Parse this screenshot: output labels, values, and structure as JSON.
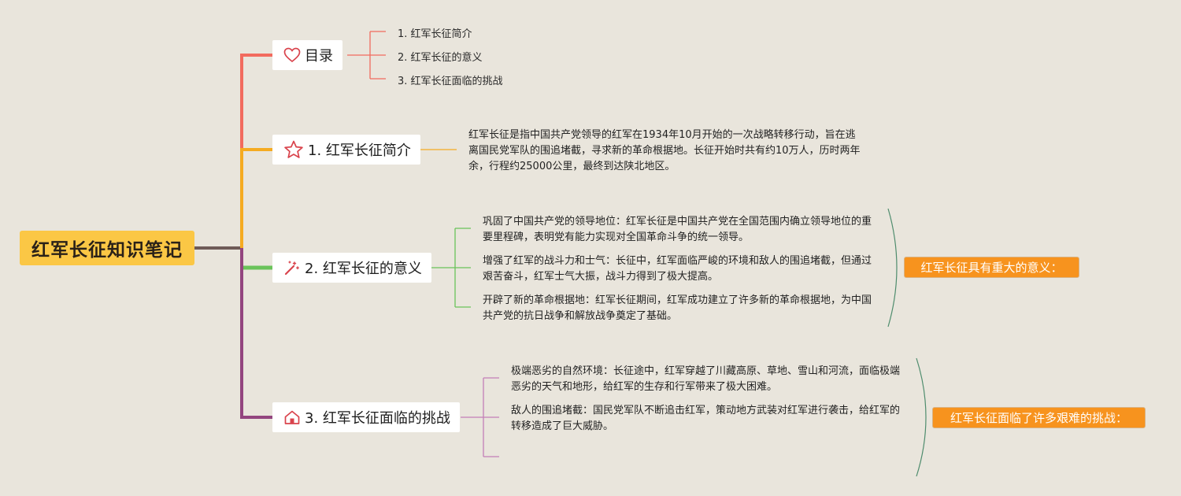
{
  "root": {
    "title": "红军长征知识笔记"
  },
  "toc": {
    "label": "目录",
    "items": [
      "1. 红军长征简介",
      "2. 红军长征的意义",
      "3. 红军长征面临的挑战"
    ]
  },
  "branch1": {
    "label": "1. 红军长征简介",
    "text": "红军长征是指中国共产党领导的红军在1934年10月开始的一次战略转移行动，旨在逃离国民党军队的围追堵截，寻求新的革命根据地。长征开始时共有约10万人，历时两年余，行程约25000公里，最终到达陕北地区。"
  },
  "branch2": {
    "label": "2. 红军长征的意义",
    "points": [
      "巩固了中国共产党的领导地位：红军长征是中国共产党在全国范围内确立领导地位的重要里程碑，表明党有能力实现对全国革命斗争的统一领导。",
      "增强了红军的战斗力和士气：长征中，红军面临严峻的环境和敌人的围追堵截，但通过艰苦奋斗，红军士气大振，战斗力得到了极大提高。",
      "开辟了新的革命根据地：红军长征期间，红军成功建立了许多新的革命根据地，为中国共产党的抗日战争和解放战争奠定了基础。"
    ],
    "summary": "红军长征具有重大的意义："
  },
  "branch3": {
    "label": "3. 红军长征面临的挑战",
    "points": [
      "极端恶劣的自然环境：长征途中，红军穿越了川藏高原、草地、雪山和河流，面临极端恶劣的天气和地形，给红军的生存和行军带来了极大困难。",
      "敌人的围追堵截：国民党军队不断追击红军，策动地方武装对红军进行袭击，给红军的转移造成了巨大威胁。"
    ],
    "summary": "红军长征面临了许多艰难的挑战："
  },
  "colors": {
    "background": "#e9e5dc",
    "root": "#fbc745",
    "toc": "#f26b5e",
    "branch1": "#f5ab21",
    "branch2": "#6ac35a",
    "branch3": "#93457f",
    "summary": "#f7931e"
  }
}
